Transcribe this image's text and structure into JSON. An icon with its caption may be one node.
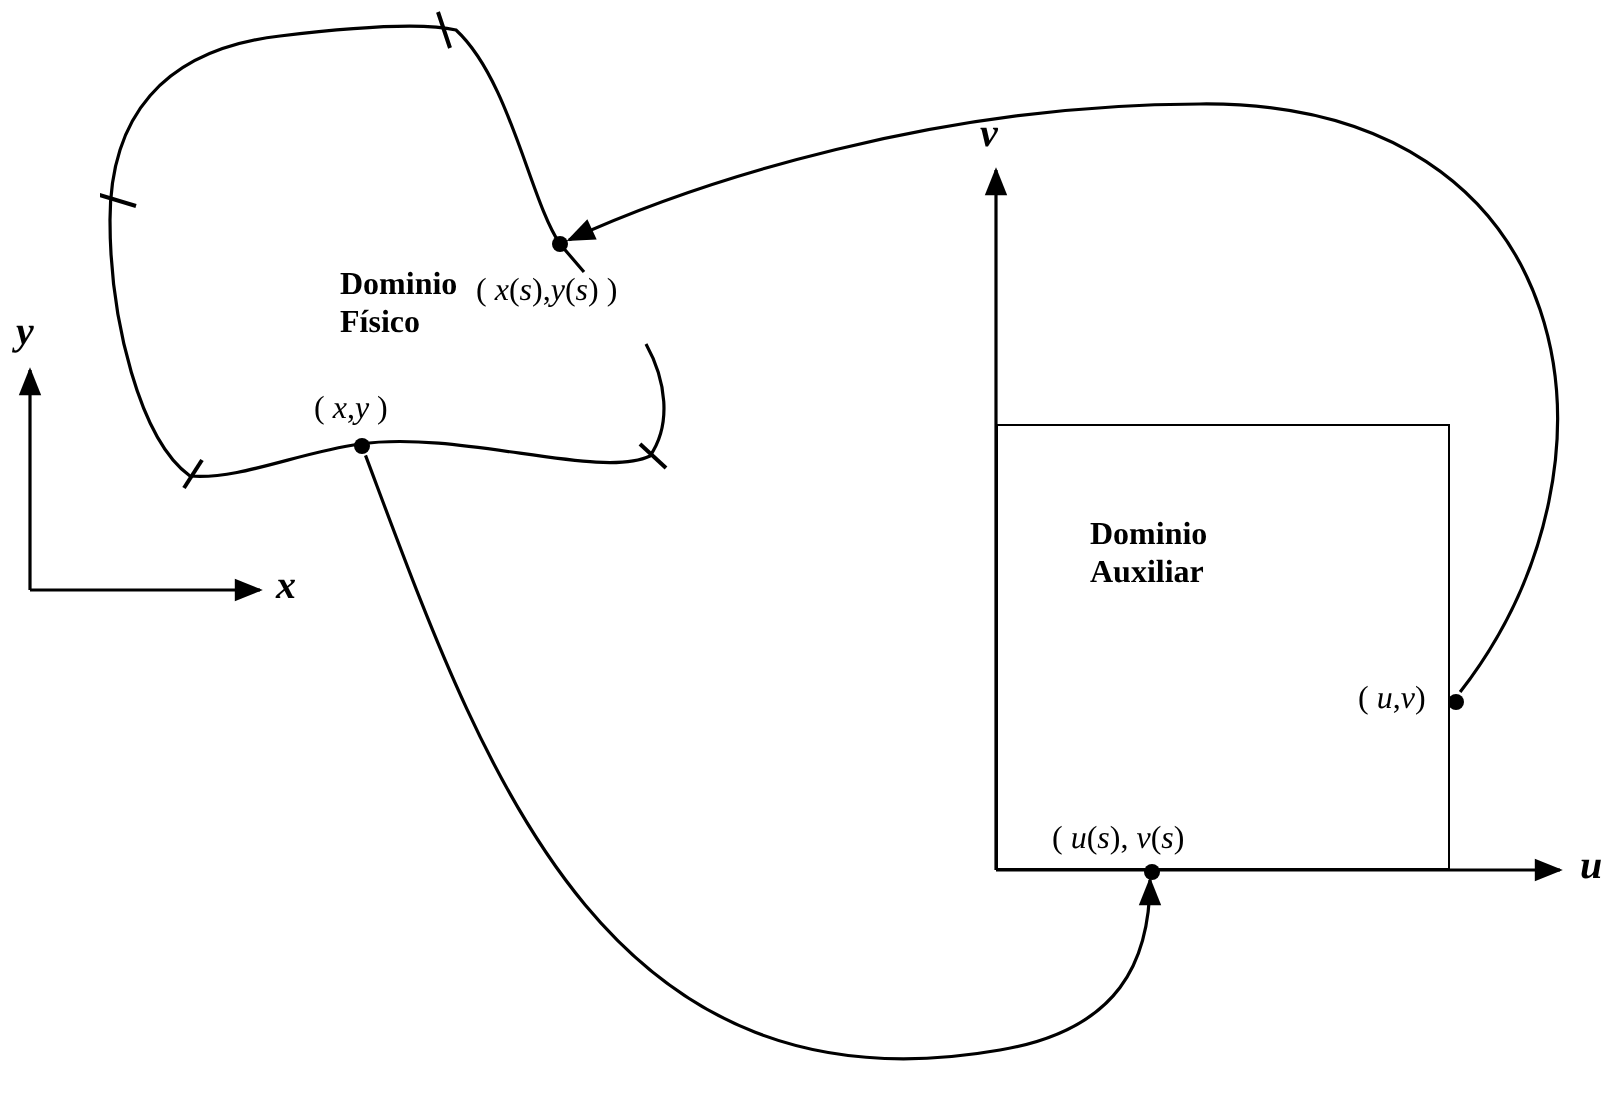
{
  "diagram": {
    "nodes": [
      {
        "text": [
          "Dominio Físico"
        ]
      },
      {
        "text": [],
        "shape": "circle",
        "beside": [
          "( *x*(*s*),*y*(*s*) )"
        ],
        "in": 0
      },
      {
        "text": [],
        "shape": "circle",
        "beside": [
          "( *x*,*y* )"
        ],
        "in": 0
      },
      {
        "text": [
          "Dominio Auxiliar"
        ]
      },
      {
        "text": [],
        "shape": "circle",
        "beside": [
          "( *u*,*v*)"
        ],
        "in": 3
      },
      {
        "text": [],
        "shape": "circle",
        "beside": [
          "( *u*(*s*), *v*(*s*)"
        ],
        "in": 3
      }
    ],
    "edges": [
      {
        "from": 4,
        "to": 1,
        "arrow": "to"
      },
      {
        "from": 2,
        "to": 5,
        "arrow": "to"
      }
    ],
    "labels": [
      "y",
      "x",
      "v",
      "u"
    ]
  }
}
